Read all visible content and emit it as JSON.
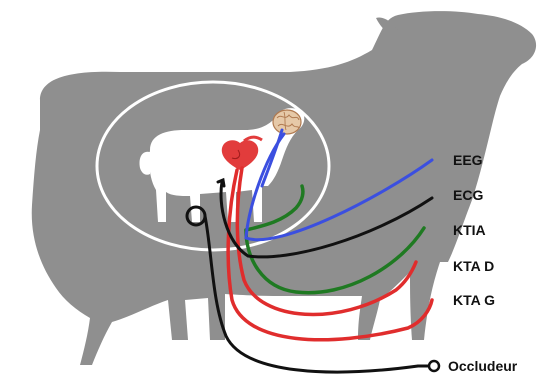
{
  "labels": {
    "eeg": "EEG",
    "ecg": "ECG",
    "ktia": "KTIA",
    "ktad": "KTA D",
    "ktag": "KTA G",
    "occluder": "Occludeur"
  },
  "colors": {
    "silhouette": "#8f8f8f",
    "uterus_outline": "#ffffff",
    "fetus": "#ffffff",
    "heart": "#e23c3c",
    "brain": "#e6c9a8",
    "eeg_line": "#3b4fe0",
    "ecg_line": "#111111",
    "ktia_line": "#1f7a22",
    "kta_line": "#e02d2d",
    "occluder_line": "#111111"
  },
  "icons": {
    "heart": "fetal-heart-icon",
    "brain": "fetal-brain-icon"
  }
}
